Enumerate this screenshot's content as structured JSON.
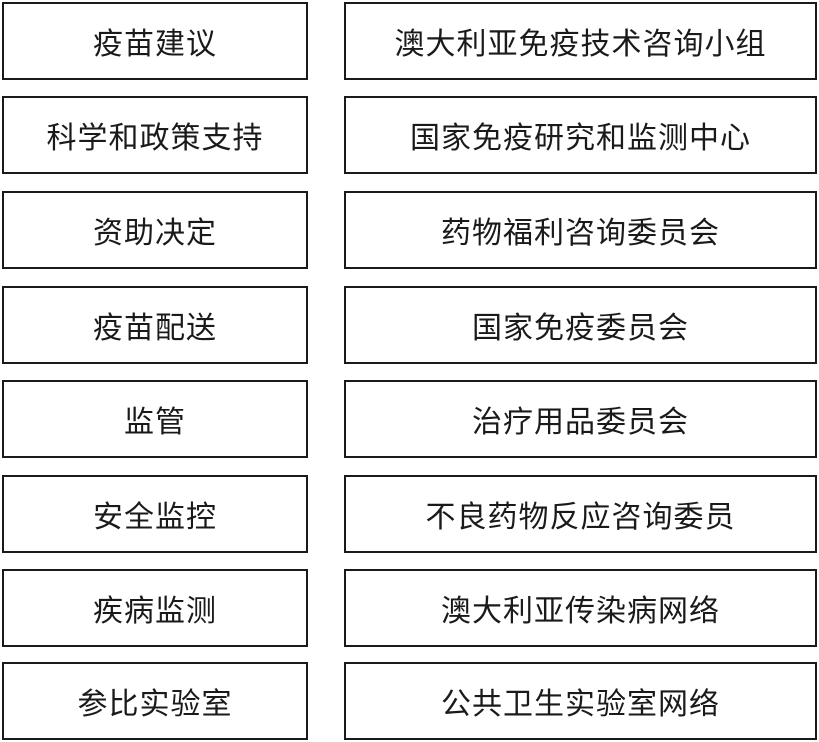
{
  "rows": [
    {
      "function": "疫苗建议",
      "organization": "澳大利亚免疫技术咨询小组"
    },
    {
      "function": "科学和政策支持",
      "organization": "国家免疫研究和监测中心"
    },
    {
      "function": "资助决定",
      "organization": "药物福利咨询委员会"
    },
    {
      "function": "疫苗配送",
      "organization": "国家免疫委员会"
    },
    {
      "function": "监管",
      "organization": "治疗用品委员会"
    },
    {
      "function": "安全监控",
      "organization": "不良药物反应咨询委员"
    },
    {
      "function": "疾病监测",
      "organization": "澳大利亚传染病网络"
    },
    {
      "function": "参比实验室",
      "organization": "公共卫生实验室网络"
    }
  ]
}
